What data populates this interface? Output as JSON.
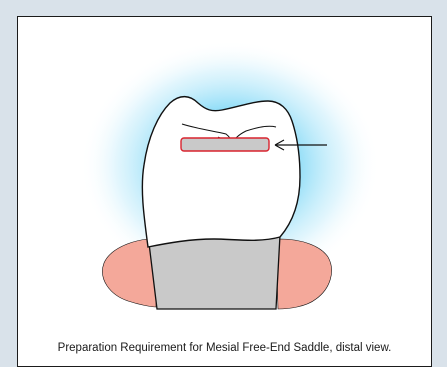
{
  "figure": {
    "caption": "Preparation Requirement for Mesial Free-End Saddle, distal view.",
    "colors": {
      "frame_background": "#d9e2ea",
      "panel_background": "#ffffff",
      "glow": "#39c6f0",
      "gingiva": "#f4a89a",
      "root": "#c9c9c9",
      "crown": "#ffffff",
      "rest_seat_fill": "#c9c9c9",
      "rest_seat_outline": "#d9232e",
      "line": "#111111"
    },
    "elements": {
      "crown": "tooth crown",
      "root": "tooth root",
      "gingiva": "gum tissue",
      "rest_seat": "rest seat preparation",
      "arrow": "pointer arrow"
    }
  }
}
